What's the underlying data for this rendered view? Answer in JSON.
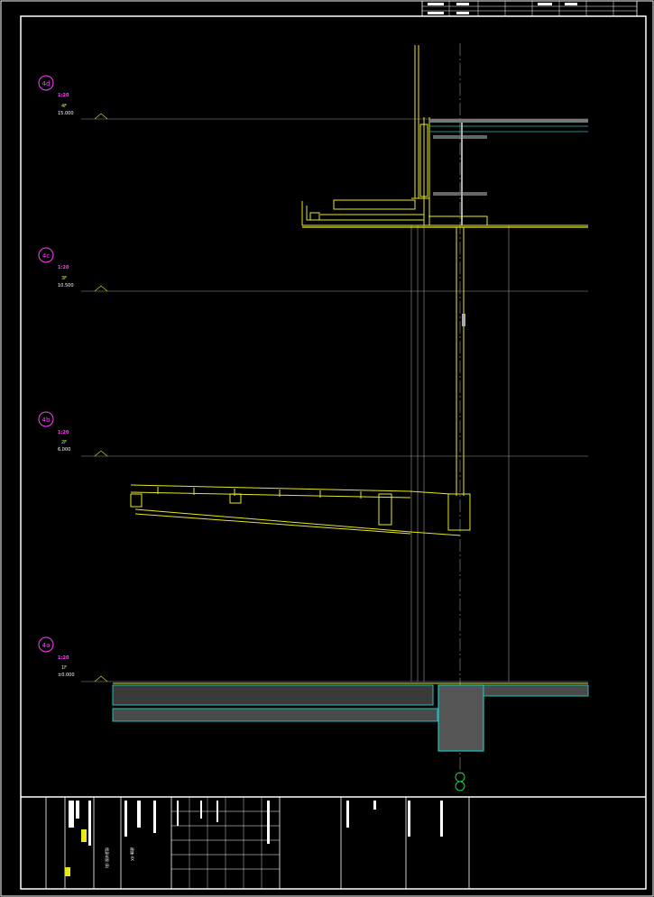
{
  "colors": {
    "background": "#000000",
    "frame": "#ffffff",
    "structure": "#e8e820",
    "grid": "#9a9a9a",
    "axis_bubble": "#ff40ff",
    "foundation": "#20c0c0",
    "axis_marker": "#20d040"
  },
  "levels": [
    {
      "axis": "4d",
      "scale": "1:20",
      "floor": "4F",
      "elevation": "15.000"
    },
    {
      "axis": "4c",
      "scale": "1:20",
      "floor": "3F",
      "elevation": "10.500"
    },
    {
      "axis": "4b",
      "scale": "1:20",
      "floor": "2F",
      "elevation": "6.000"
    },
    {
      "axis": "4a",
      "scale": "1:20",
      "floor": "1F",
      "elevation": "±0.000"
    }
  ],
  "title_block": {
    "drawing_name": "墙身详图 (B)",
    "sub_label": "建施-XX"
  }
}
